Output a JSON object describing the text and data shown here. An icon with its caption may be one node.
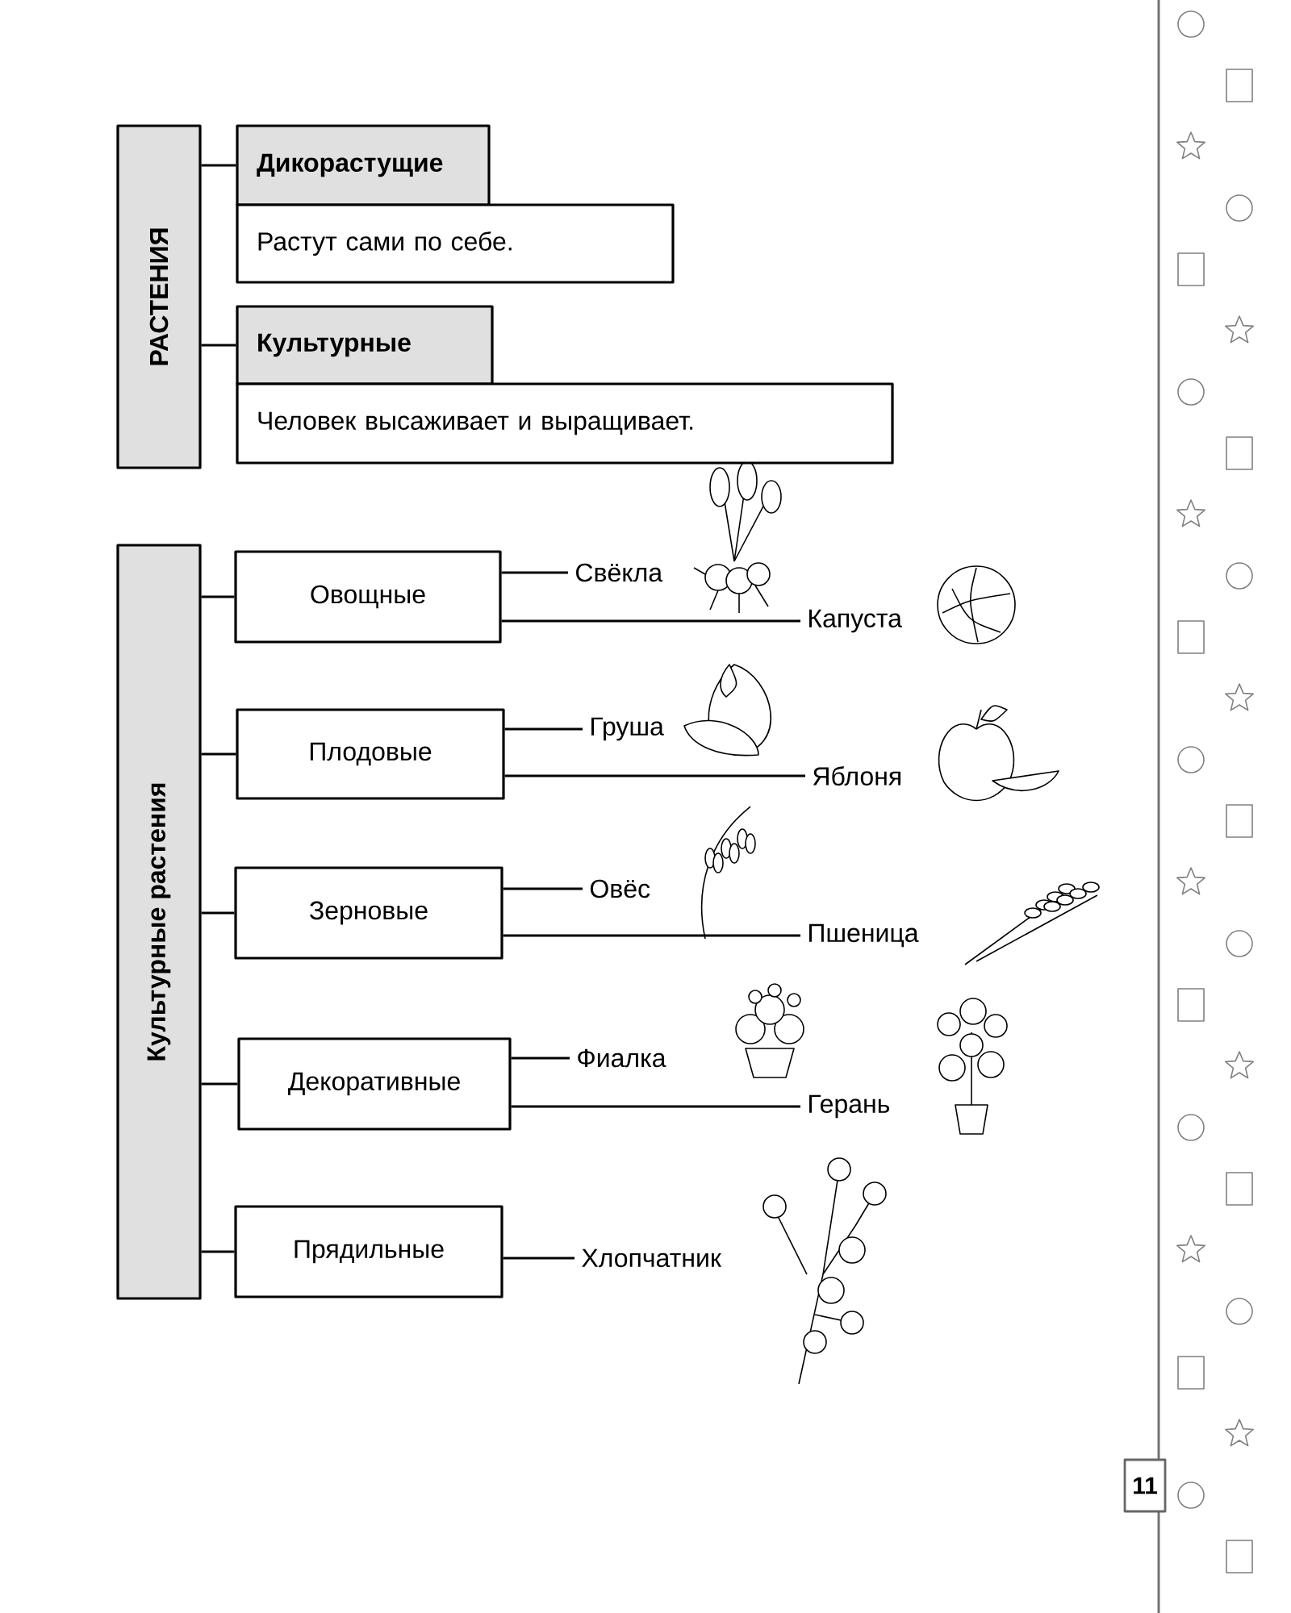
{
  "diagram": {
    "nodes": [
      {
        "text": [
          "РАСТЕНИЯ"
        ]
      },
      {
        "text": [
          "Дикорастущие"
        ]
      },
      {
        "text": [
          "Растут сами по себе."
        ]
      },
      {
        "text": [
          "Культурные"
        ]
      },
      {
        "text": [
          "Человек высаживает и выращивает."
        ]
      },
      {
        "text": [
          "Культурные растения"
        ]
      },
      {
        "text": [
          "Овощные"
        ]
      },
      {
        "text": [
          "Свёкла"
        ]
      },
      {
        "text": [
          "Капуста"
        ]
      },
      {
        "text": [
          "Плодовые"
        ]
      },
      {
        "text": [
          "Груша"
        ]
      },
      {
        "text": [
          "Яблоня"
        ]
      },
      {
        "text": [
          "Зерновые"
        ]
      },
      {
        "text": [
          "Овёс"
        ]
      },
      {
        "text": [
          "Пшеница"
        ]
      },
      {
        "text": [
          "Декоративные"
        ]
      },
      {
        "text": [
          "Фиалка"
        ]
      },
      {
        "text": [
          "Герань"
        ]
      },
      {
        "text": [
          "Прядильные"
        ]
      },
      {
        "text": [
          "Хлопчатник"
        ]
      },
      {
        "text": [
          "11"
        ]
      }
    ],
    "edges": [
      {
        "from": 0,
        "to": 1,
        "arrow": "none"
      },
      {
        "from": 0,
        "to": 3,
        "arrow": "none"
      },
      {
        "from": 5,
        "to": 6,
        "arrow": "none"
      },
      {
        "from": 6,
        "to": 7,
        "arrow": "none"
      },
      {
        "from": 6,
        "to": 8,
        "arrow": "none"
      },
      {
        "from": 5,
        "to": 9,
        "arrow": "none"
      },
      {
        "from": 9,
        "to": 10,
        "arrow": "none"
      },
      {
        "from": 9,
        "to": 11,
        "arrow": "none"
      },
      {
        "from": 5,
        "to": 12,
        "arrow": "none"
      },
      {
        "from": 12,
        "to": 13,
        "arrow": "none"
      },
      {
        "from": 12,
        "to": 14,
        "arrow": "none"
      },
      {
        "from": 5,
        "to": 15,
        "arrow": "none"
      },
      {
        "from": 15,
        "to": 16,
        "arrow": "none"
      },
      {
        "from": 15,
        "to": 17,
        "arrow": "none"
      },
      {
        "from": 5,
        "to": 18,
        "arrow": "none"
      },
      {
        "from": 18,
        "to": 19,
        "arrow": "none"
      }
    ]
  }
}
